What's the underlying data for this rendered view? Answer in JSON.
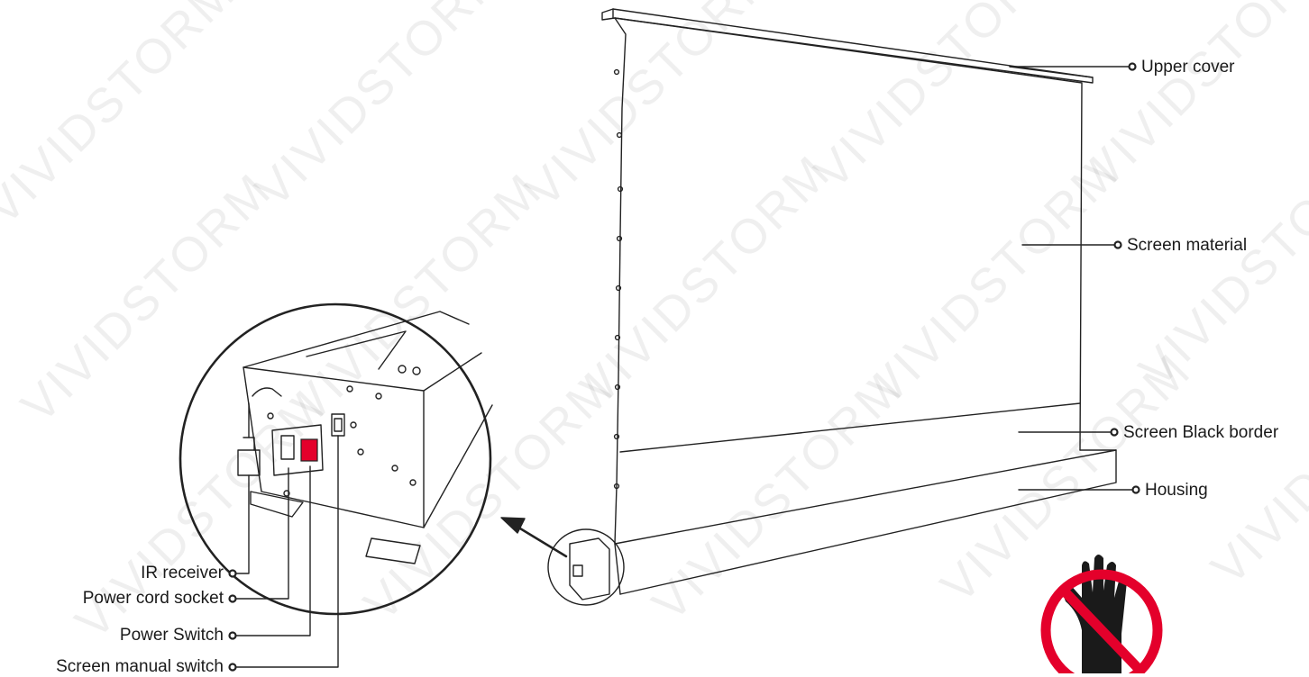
{
  "watermark": "VIVIDSTORM",
  "labels": {
    "upper_cover": "Upper cover",
    "screen_material": "Screen material",
    "screen_black_border": "Screen Black border",
    "housing": "Housing",
    "ir_receiver": "IR receiver",
    "power_cord_socket": "Power cord socket",
    "power_switch": "Power Switch",
    "screen_manual_switch": "Screen manual switch"
  },
  "icons": {
    "no_touch": "no-touch-hand-icon",
    "arrow": "zoom-arrow-icon"
  },
  "colors": {
    "line": "#222222",
    "no_touch_ring": "#e4002b",
    "hand": "#1a1a1a",
    "switch": "#e4002b"
  }
}
